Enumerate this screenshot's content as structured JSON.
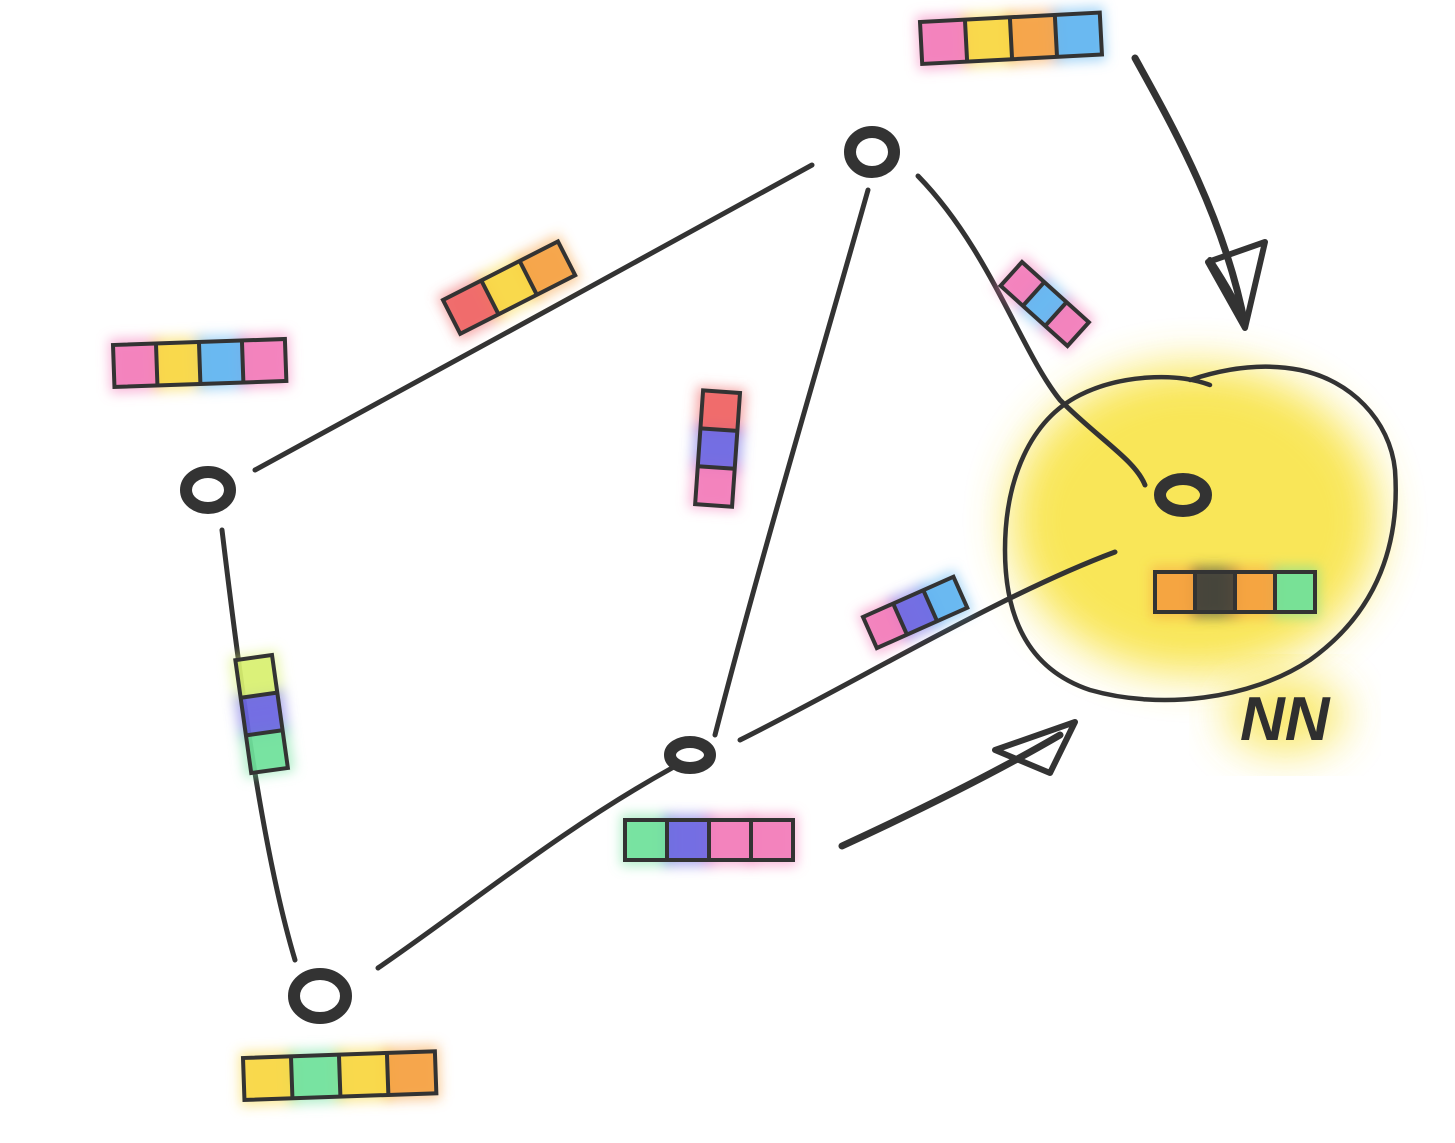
{
  "diagram": {
    "highlight_label": "NN",
    "colors": {
      "pink": "#f27ab8",
      "yellow": "#f8d640",
      "blue": "#5fb4f0",
      "orange": "#f5a040",
      "red": "#ef6262",
      "indigo": "#6a64e0",
      "green": "#6fe09a",
      "lime": "#d8f070",
      "halo": "#f8e23a",
      "ink": "#333333"
    },
    "node_feature_vectors": [
      {
        "node": "left",
        "cells": [
          "pink",
          "yellow",
          "blue",
          "pink"
        ]
      },
      {
        "node": "top",
        "cells": [
          "pink",
          "yellow",
          "orange",
          "blue"
        ]
      },
      {
        "node": "bottom-left",
        "cells": [
          "yellow",
          "green",
          "yellow",
          "orange"
        ]
      },
      {
        "node": "bottom-middle",
        "cells": [
          "green",
          "indigo",
          "pink",
          "pink"
        ]
      },
      {
        "node": "center-target",
        "cells": [
          "orange",
          "black",
          "orange",
          "green"
        ]
      }
    ],
    "edge_feature_vectors": [
      {
        "edge": "left-top",
        "cells": [
          "red",
          "yellow",
          "orange"
        ]
      },
      {
        "edge": "left-bottomleft",
        "cells": [
          "lime",
          "indigo",
          "green"
        ]
      },
      {
        "edge": "top-bottommiddle",
        "cells": [
          "red",
          "indigo",
          "pink"
        ]
      },
      {
        "edge": "top-target",
        "cells": [
          "pink",
          "blue",
          "pink"
        ]
      },
      {
        "edge": "bottommiddle-target",
        "cells": [
          "pink",
          "indigo",
          "blue"
        ]
      }
    ]
  }
}
